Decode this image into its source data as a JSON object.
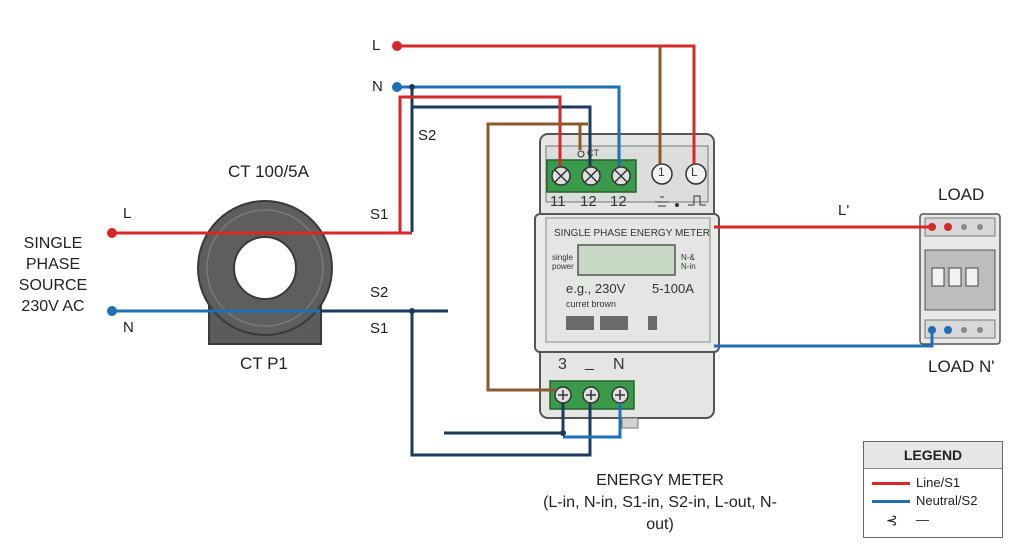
{
  "colors": {
    "line": "#d62828",
    "neutral": "#1f6fb5",
    "ct_wire": "#8a5a2b",
    "dark_wire": "#1b3a5c",
    "terminal_green": "#3a9a4a",
    "meter_body": "#e4e6e4"
  },
  "source": {
    "lines": [
      "SINGLE",
      "PHASE",
      "SOURCE",
      "230V AC"
    ]
  },
  "ct": {
    "top_label": "CT 100/5A",
    "bottom_label": "CT P1"
  },
  "wire_labels": {
    "src_L": "L",
    "src_N": "N",
    "top_L": "L",
    "top_N": "N",
    "s2_top": "S2",
    "s1_upper": "S1",
    "s2_lower": "S2",
    "s1_lower": "S1",
    "l_prime": "L'"
  },
  "meter": {
    "ct_mark": "CT",
    "top_terminals": [
      "11",
      "12",
      "12"
    ],
    "circle_terminals": [
      "1",
      "L"
    ],
    "panel_title": "SINGLE PHASE ENERGY METER",
    "left_note": [
      "single",
      "power"
    ],
    "right_note": [
      "N-&",
      "N-in"
    ],
    "rating": "e.g., 230V",
    "current_range": "5-100A",
    "current_note": "curret brown",
    "bottom_terminals": [
      "3",
      "_",
      "N"
    ]
  },
  "load": {
    "title": "LOAD",
    "neutral_label": "LOAD N'"
  },
  "caption": {
    "title": "ENERGY METER",
    "subtitle": "(L-in, N-in, S1-in, S2-in, L-out, N-out)"
  },
  "legend": {
    "title": "LEGEND",
    "items": [
      {
        "label": "Line/S1",
        "color": "#d62828"
      },
      {
        "label": "Neutral/S2",
        "color": "#1f6fb5"
      },
      {
        "label": "—",
        "symbol": "⊰"
      }
    ]
  }
}
